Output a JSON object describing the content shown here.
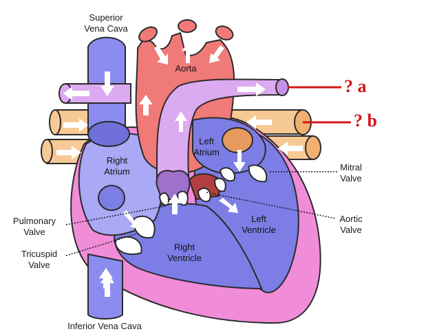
{
  "labels": {
    "superior_line1": "Superior",
    "superior_line2": "Vena Cava",
    "aorta": "Aorta",
    "right_atrium_line1": "Right",
    "right_atrium_line2": "Atrium",
    "left_atrium_line1": "Left",
    "left_atrium_line2": "Atrium",
    "mitral_line1": "Mitral",
    "mitral_line2": "Valve",
    "pulmonary_line1": "Pulmonary",
    "pulmonary_line2": "Valve",
    "aortic_line1": "Aortic",
    "aortic_line2": "Valve",
    "left_ventricle_line1": "Left",
    "left_ventricle_line2": "Ventricle",
    "right_ventricle_line1": "Right",
    "right_ventricle_line2": "Ventricle",
    "tricuspid_line1": "Tricuspid",
    "tricuspid_line2": "Valve",
    "inferior": "Inferior Vena Cava"
  },
  "questions": {
    "a": "? a",
    "b": "? b"
  },
  "colors": {
    "vena_cava": "#8c8cf0",
    "right_atrium": "#a9a9f5",
    "aorta": "#f07a78",
    "pulmonary": "#dcaaf0",
    "pulmonary_vein": "#f7c994",
    "left_chambers": "#7d7de6",
    "myocardium": "#f08cd8",
    "question": "#d4161a"
  }
}
